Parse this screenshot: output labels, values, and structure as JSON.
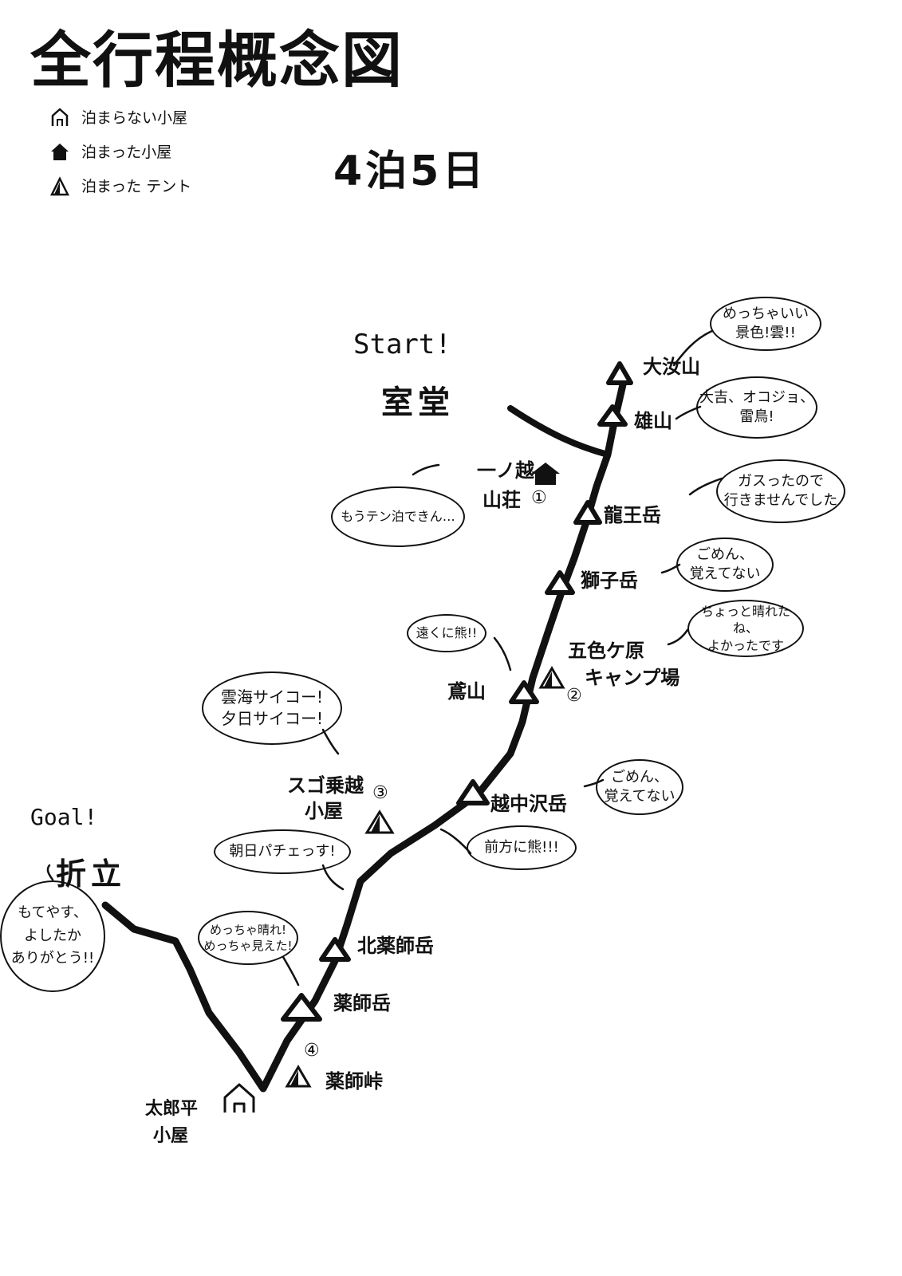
{
  "title": "全行程概念図",
  "duration": "4泊5日",
  "legend": [
    {
      "icon": "hut-not-stayed-icon",
      "label": "泊まらない小屋"
    },
    {
      "icon": "hut-stayed-icon",
      "label": "泊まった小屋"
    },
    {
      "icon": "tent-stayed-icon",
      "label": "泊まった テント"
    }
  ],
  "start": {
    "tag": "Start!",
    "place": "室堂"
  },
  "goal": {
    "tag": "Goal!",
    "place": "折立"
  },
  "places": {
    "onanji": "大汝山",
    "oyama": "雄山",
    "ichinokoshi_line1": "一ノ越",
    "ichinokoshi_line2": "山荘",
    "ryuo": "龍王岳",
    "shishi": "獅子岳",
    "goshiki_line1": "五色ケ原",
    "goshiki_line2": "キャンプ場",
    "tonbi": "鳶山",
    "sugo_line1": "スゴ乗越",
    "sugo_line2": "小屋",
    "ecchu": "越中沢岳",
    "kitayakushi": "北薬師岳",
    "yakushi": "薬師岳",
    "yakushitoge": "薬師峠",
    "taro_line1": "太郎平",
    "taro_line2": "小屋"
  },
  "night_markers": {
    "n1": "①",
    "n2": "②",
    "n3": "③",
    "n4": "④"
  },
  "bubbles": {
    "onanji": "めっちゃいい\n景色!雲!!",
    "oyama": "大吉、オコジョ、\n雷鳥!",
    "ichinokoshi": "もうテン泊できん…",
    "ryuo": "ガスったので\n行きませんでした",
    "shishi": "ごめん、\n覚えてない",
    "tonbi": "遠くに熊!!",
    "goshiki": "ちょっと晴れたね、\nよかったです",
    "sugo": "雲海サイコー!\n夕日サイコー!",
    "ecchu": "ごめん、\n覚えてない",
    "ecchu_bear": "前方に熊!!!",
    "asahi": "朝日パチェっす!",
    "kitayakushi": "めっちゃ晴れ!\nめっちゃ見えた!",
    "goal": "もてやす、\nよしたか\nありがとう!!"
  },
  "colors": {
    "ink": "#111111",
    "paper": "#ffffff"
  }
}
